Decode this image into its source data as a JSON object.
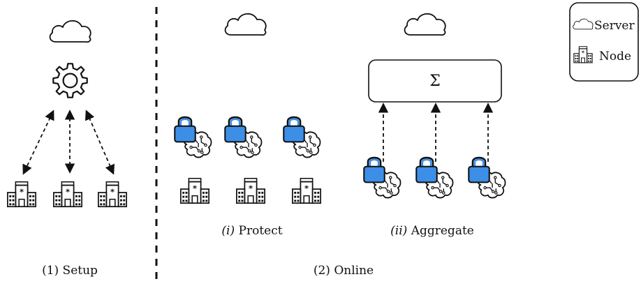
{
  "phases": {
    "setup": {
      "caption": "(1) Setup"
    },
    "online": {
      "caption": "(2) Online",
      "protect": {
        "prefix": "(i)",
        "label": "Protect"
      },
      "aggregate": {
        "prefix": "(ii)",
        "label": "Aggregate",
        "symbol": "Σ"
      }
    }
  },
  "legend": {
    "server_label": "Server",
    "node_label": "Node"
  },
  "colors": {
    "lock_fill": "#3d8ee6",
    "line": "#111111"
  },
  "icons": [
    "cloud-icon",
    "gear-icon",
    "building-icon",
    "lock-icon",
    "brain-circuit-icon"
  ]
}
